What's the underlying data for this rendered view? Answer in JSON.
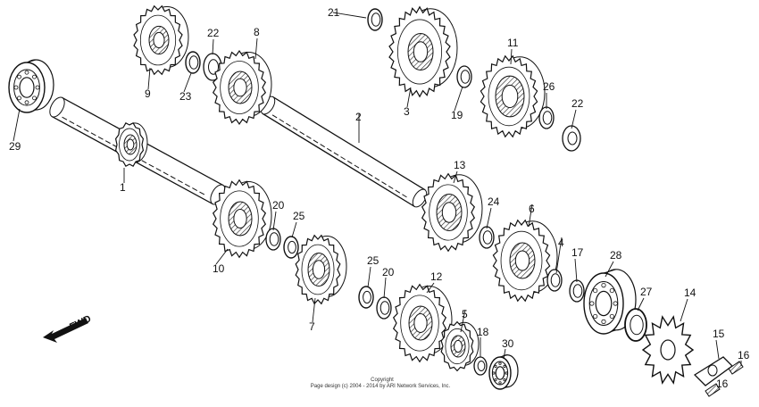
{
  "parts": [
    {
      "id": "p1",
      "label": "1"
    },
    {
      "id": "p2",
      "label": "2"
    },
    {
      "id": "p3",
      "label": "3"
    },
    {
      "id": "p4",
      "label": "4"
    },
    {
      "id": "p5",
      "label": "5"
    },
    {
      "id": "p6",
      "label": "6"
    },
    {
      "id": "p7",
      "label": "7"
    },
    {
      "id": "p8",
      "label": "8"
    },
    {
      "id": "p9",
      "label": "9"
    },
    {
      "id": "p10",
      "label": "10"
    },
    {
      "id": "p11",
      "label": "11"
    },
    {
      "id": "p12",
      "label": "12"
    },
    {
      "id": "p13",
      "label": "13"
    },
    {
      "id": "p14",
      "label": "14"
    },
    {
      "id": "p15",
      "label": "15"
    },
    {
      "id": "p16a",
      "label": "16"
    },
    {
      "id": "p16b",
      "label": "16"
    },
    {
      "id": "p17",
      "label": "17"
    },
    {
      "id": "p18",
      "label": "18"
    },
    {
      "id": "p19",
      "label": "19"
    },
    {
      "id": "p20a",
      "label": "20"
    },
    {
      "id": "p20b",
      "label": "20"
    },
    {
      "id": "p21",
      "label": "21"
    },
    {
      "id": "p22a",
      "label": "22"
    },
    {
      "id": "p22b",
      "label": "22"
    },
    {
      "id": "p23",
      "label": "23"
    },
    {
      "id": "p24",
      "label": "24"
    },
    {
      "id": "p25a",
      "label": "25"
    },
    {
      "id": "p25b",
      "label": "25"
    },
    {
      "id": "p26",
      "label": "26"
    },
    {
      "id": "p27",
      "label": "27"
    },
    {
      "id": "p28",
      "label": "28"
    },
    {
      "id": "p29",
      "label": "29"
    },
    {
      "id": "p30",
      "label": "30"
    }
  ],
  "direction": {
    "label": "FWD"
  },
  "copyright": {
    "line1": "Copyright",
    "line2": "Page design (c) 2004 - 2014 by ARI Network Services, Inc."
  }
}
